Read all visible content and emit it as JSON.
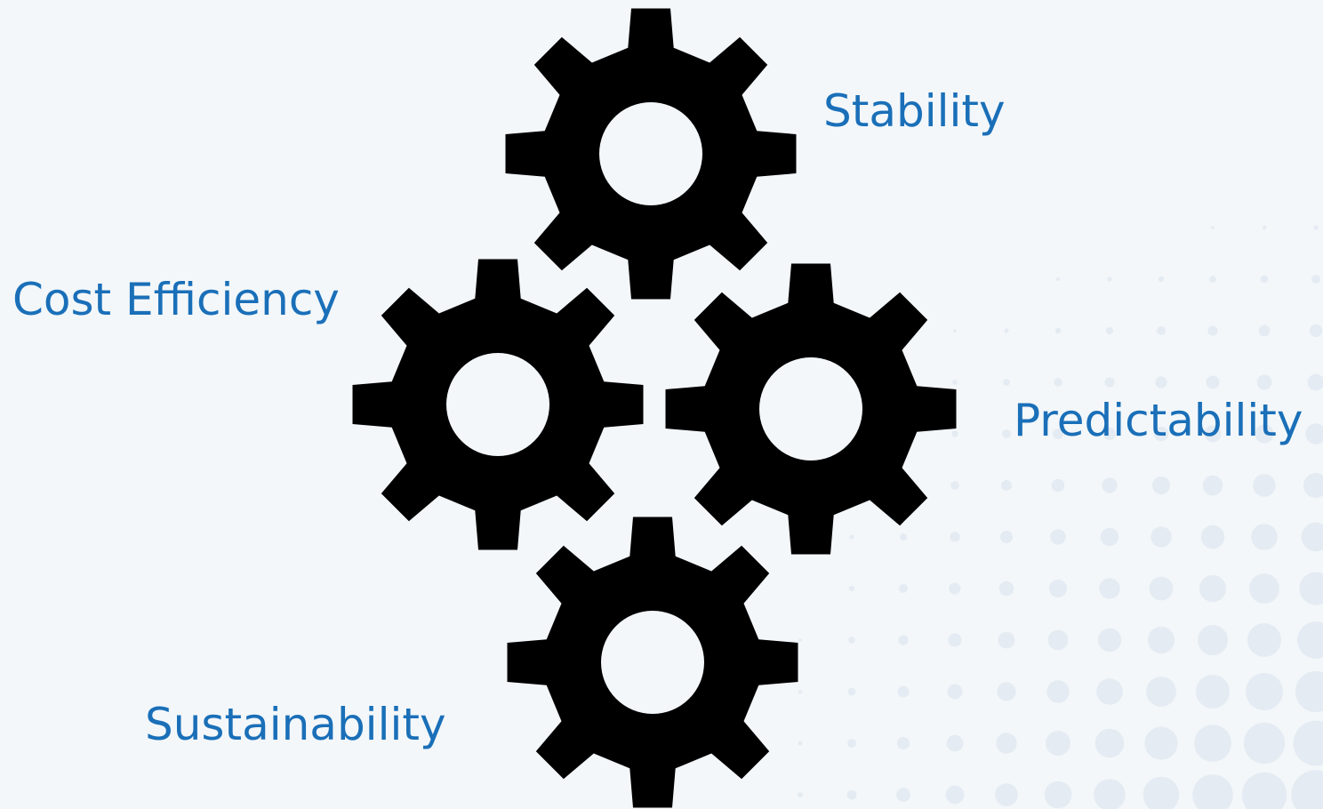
{
  "diagram": {
    "labels": {
      "stability": "Stability",
      "cost_efficiency": "Cost Efficiency",
      "predictability": "Predictability",
      "sustainability": "Sustainability"
    },
    "gear_icon": "gear-icon",
    "colors": {
      "background": "#f3f7fa",
      "dots": "#e4ebf2",
      "gear": "#000000",
      "gear_hole": "#f3f7fa",
      "label": "#1a6fb8"
    }
  }
}
